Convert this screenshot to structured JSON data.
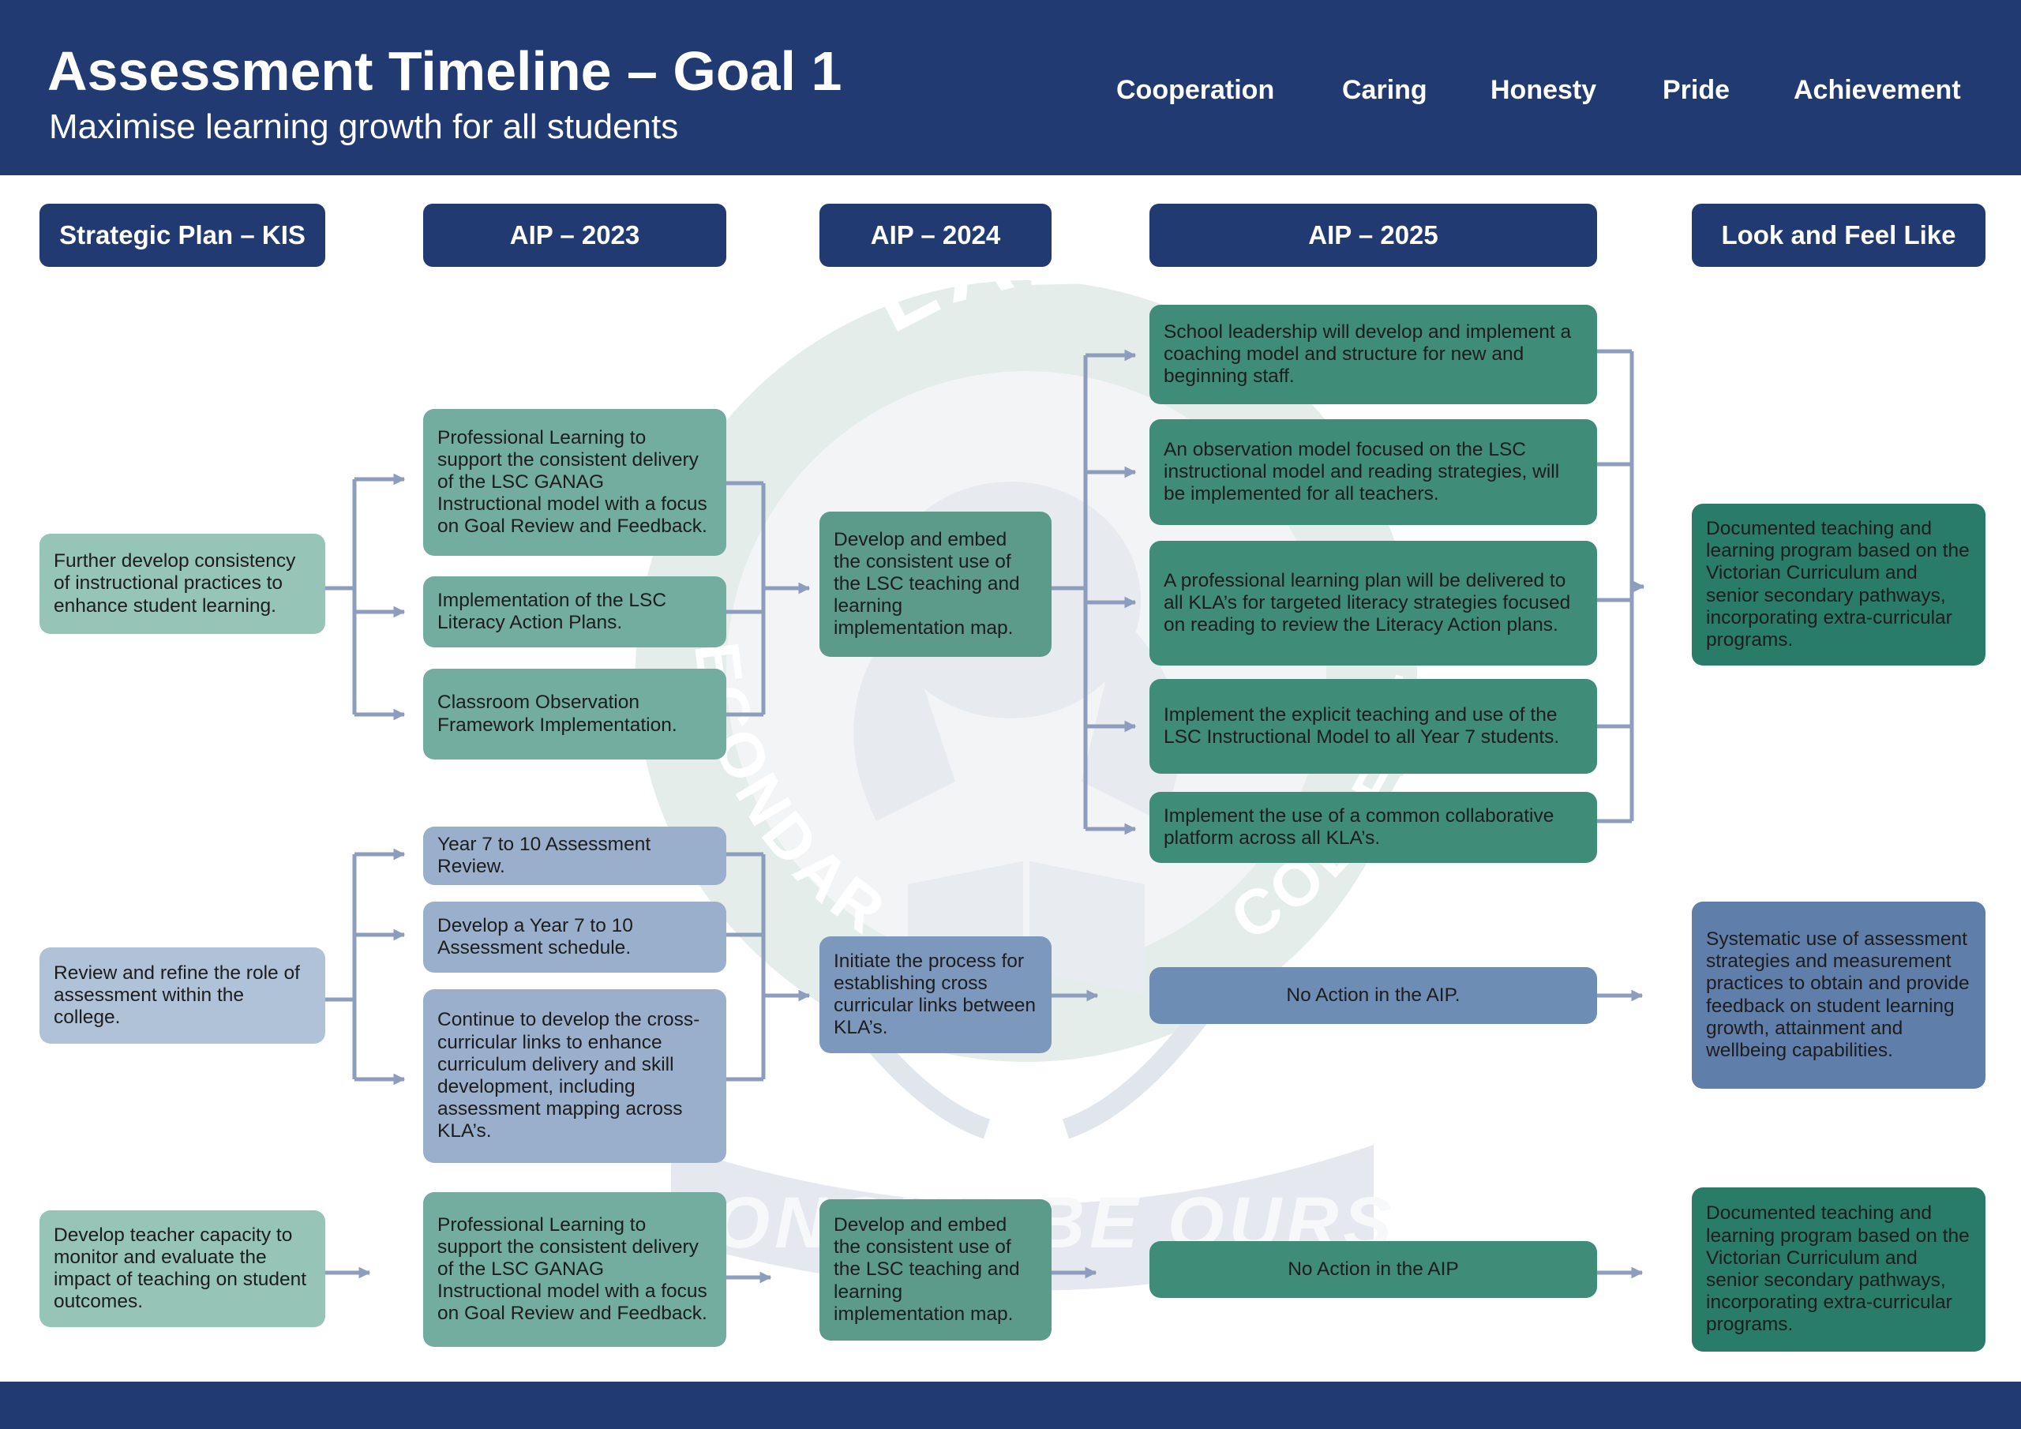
{
  "header": {
    "title": "Assessment Timeline – Goal 1",
    "subtitle": "Maximise learning growth for all students",
    "values": [
      "Cooperation",
      "Caring",
      "Honesty",
      "Pride",
      "Achievement"
    ]
  },
  "columns": [
    "Strategic Plan – KIS",
    "AIP – 2023",
    "AIP – 2024",
    "AIP – 2025",
    "Look and Feel Like"
  ],
  "watermark": {
    "top_text": "LALOR",
    "left_text": "SECONDARY",
    "right_text": "COLLEGE",
    "motto": "HONOUR BE OURS"
  },
  "rows": {
    "row1": {
      "kis": "Further develop consistency of instructional practices to enhance student learning.",
      "aip2023": [
        "Professional Learning to support the consistent delivery of the LSC GANAG Instructional model with a focus on Goal Review and Feedback.",
        "Implementation of the LSC Literacy Action Plans.",
        "Classroom Observation Framework Implementation."
      ],
      "aip2024": "Develop and embed the consistent use of the LSC teaching and learning implementation map.",
      "aip2025": [
        "School leadership will develop and implement a coaching model and structure for new and beginning staff.",
        "An observation model focused on the LSC instructional model and reading strategies, will be implemented for all teachers.",
        "A professional learning plan will be delivered to all KLA’s for targeted literacy strategies focused on reading to review the Literacy Action plans.",
        "Implement the explicit teaching and use of the LSC Instructional Model to all Year 7 students.",
        "Implement the use of a common collaborative platform across all KLA’s."
      ],
      "look": "Documented teaching and learning program based on the Victorian Curriculum and senior secondary pathways, incorporating extra-curricular programs."
    },
    "row2": {
      "kis": "Review and refine the role of assessment within the college.",
      "aip2023": [
        "Year 7 to 10 Assessment Review.",
        "Develop a Year 7 to 10 Assessment schedule.",
        "Continue to develop the cross-curricular links to enhance curriculum delivery and skill development, including assessment mapping across KLA’s."
      ],
      "aip2024": "Initiate the process for establishing cross curricular links between KLA’s.",
      "aip2025": "No Action in the AIP.",
      "look": "Systematic use of assessment strategies and measurement practices to obtain and provide feedback on student learning growth, attainment and wellbeing capabilities."
    },
    "row3": {
      "kis": "Develop teacher capacity to monitor and evaluate the impact of teaching on student outcomes.",
      "aip2023": "Professional Learning to support the consistent delivery of the LSC GANAG Instructional model with a focus on Goal Review and Feedback.",
      "aip2024": "Develop and embed the consistent use of the LSC teaching and learning implementation map.",
      "aip2025": "No Action in the AIP",
      "look": "Documented teaching and learning program based on the Victorian Curriculum and senior secondary pathways, incorporating extra-curricular programs."
    }
  },
  "colors": {
    "navy": "#223a72",
    "connector": "#8d9dbd",
    "watermark": "#e3ece9"
  }
}
